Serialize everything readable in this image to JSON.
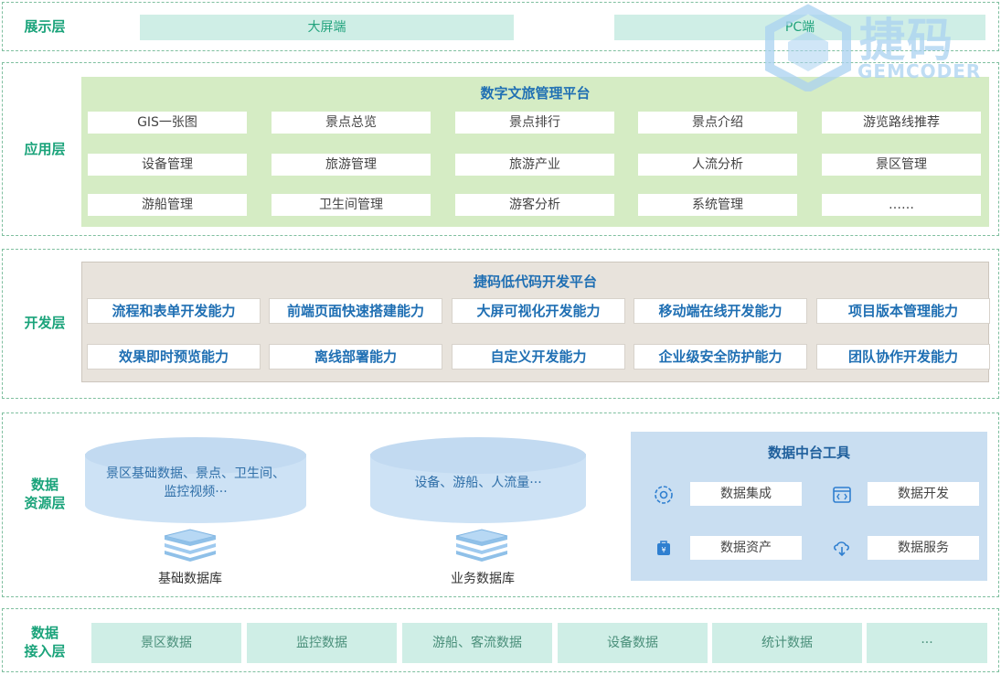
{
  "layers": {
    "display": {
      "label": "展示层",
      "items": [
        "大屏端",
        "PC端"
      ]
    },
    "application": {
      "label": "应用层",
      "platform_title": "数字文旅管理平台",
      "rows": [
        [
          "GIS一张图",
          "景点总览",
          "景点排行",
          "景点介绍",
          "游览路线推荐"
        ],
        [
          "设备管理",
          "旅游管理",
          "旅游产业",
          "人流分析",
          "景区管理"
        ],
        [
          "游船管理",
          "卫生间管理",
          "游客分析",
          "系统管理",
          "……"
        ]
      ]
    },
    "development": {
      "label": "开发层",
      "platform_title": "捷码低代码开发平台",
      "rows": [
        [
          "流程和表单开发能力",
          "前端页面快速搭建能力",
          "大屏可视化开发能力",
          "移动端在线开发能力",
          "项目版本管理能力"
        ],
        [
          "效果即时预览能力",
          "离线部署能力",
          "自定义开发能力",
          "企业级安全防护能力",
          "团队协作开发能力"
        ]
      ]
    },
    "data_resource": {
      "label_line1": "数据",
      "label_line2": "资源层",
      "databases": [
        {
          "content_line1": "景区基础数据、景点、卫生间、",
          "content_line2": "监控视频···",
          "name": "基础数据库"
        },
        {
          "content_line1": "设备、游船、人流量···",
          "name": "业务数据库"
        }
      ],
      "tools": {
        "title": "数据中台工具",
        "items": [
          {
            "label": "数据集成",
            "icon": "data-integration-icon"
          },
          {
            "label": "数据开发",
            "icon": "code-window-icon"
          },
          {
            "label": "数据资产",
            "icon": "asset-bag-icon"
          },
          {
            "label": "数据服务",
            "icon": "service-cloud-icon"
          }
        ]
      }
    },
    "data_access": {
      "label_line1": "数据",
      "label_line2": "接入层",
      "items": [
        "景区数据",
        "监控数据",
        "游船、客流数据",
        "设备数据",
        "统计数据",
        "···"
      ]
    }
  },
  "watermark": {
    "title": "捷码",
    "subtitle": "GEMCODER"
  },
  "colors": {
    "label_green": "#1aa37a",
    "title_blue": "#1f6fb3",
    "app_panel": "#d5ecc4",
    "dev_panel": "#e8e3dc",
    "mint": "#cfeee6",
    "db_blue": "#cde2f5"
  }
}
